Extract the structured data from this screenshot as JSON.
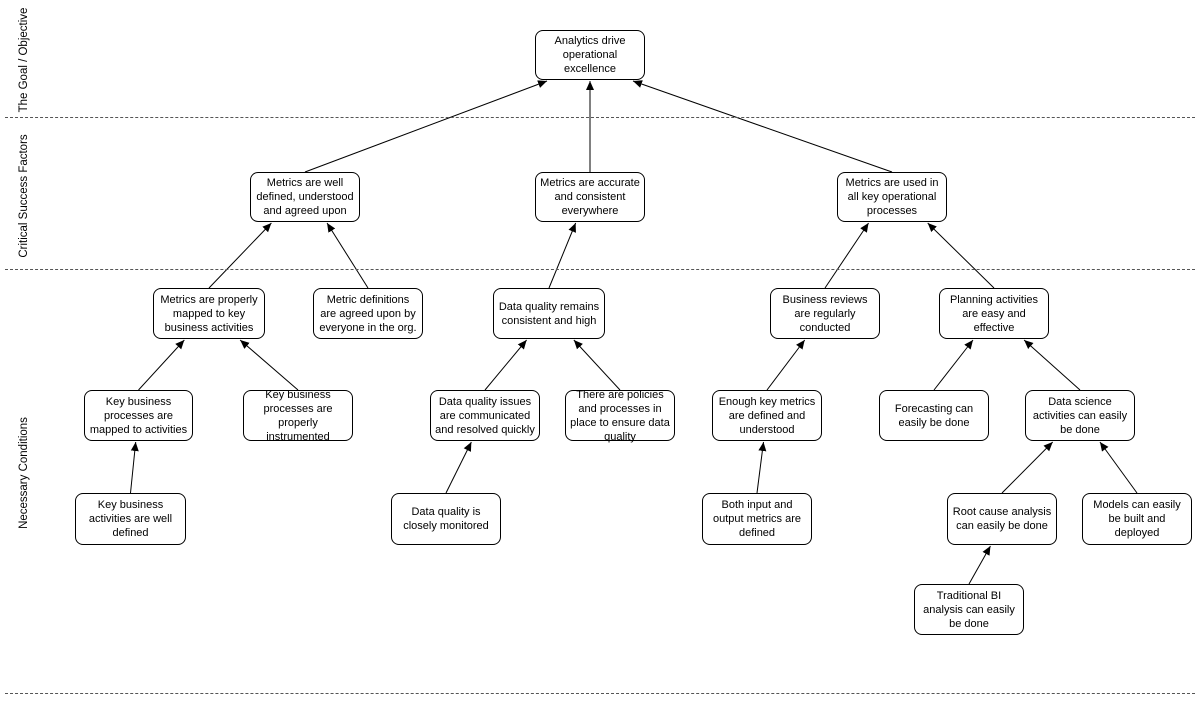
{
  "bands": [
    {
      "id": "goal",
      "label": "The Goal / Objective"
    },
    {
      "id": "csf",
      "label": "Critical Success Factors"
    },
    {
      "id": "nc",
      "label": "Necessary Conditions"
    }
  ],
  "nodes": [
    {
      "id": "n1",
      "text": "Analytics drive operational excellence"
    },
    {
      "id": "n2",
      "text": "Metrics are well defined, understood and agreed upon"
    },
    {
      "id": "n3",
      "text": "Metrics are accurate and consistent everywhere"
    },
    {
      "id": "n4",
      "text": "Metrics are used in all key operational processes"
    },
    {
      "id": "n5",
      "text": "Metrics are properly mapped to key business activities"
    },
    {
      "id": "n6",
      "text": "Metric definitions are agreed upon by everyone in the org."
    },
    {
      "id": "n7",
      "text": "Data quality remains consistent and high"
    },
    {
      "id": "n8",
      "text": "Business reviews are regularly conducted"
    },
    {
      "id": "n9",
      "text": "Planning activities are easy and effective"
    },
    {
      "id": "n10",
      "text": "Key business processes are mapped to activities"
    },
    {
      "id": "n11",
      "text": "Key business processes are properly instrumented"
    },
    {
      "id": "n12",
      "text": "Data quality issues are communicated and resolved quickly"
    },
    {
      "id": "n13",
      "text": "There are policies and processes in place to ensure data quality"
    },
    {
      "id": "n14",
      "text": "Enough key metrics are defined and understood"
    },
    {
      "id": "n15",
      "text": "Forecasting can easily be done"
    },
    {
      "id": "n16",
      "text": "Data science activities can easily be done"
    },
    {
      "id": "n17",
      "text": "Key business activities are well defined"
    },
    {
      "id": "n18",
      "text": "Data quality is closely monitored"
    },
    {
      "id": "n19",
      "text": "Both input and output metrics are defined"
    },
    {
      "id": "n20",
      "text": "Root cause analysis can easily be done"
    },
    {
      "id": "n21",
      "text": "Models can easily be built and deployed"
    },
    {
      "id": "n22",
      "text": "Traditional BI analysis can easily be done"
    }
  ],
  "edges": [
    {
      "from": "n2",
      "to": "n1"
    },
    {
      "from": "n3",
      "to": "n1"
    },
    {
      "from": "n4",
      "to": "n1"
    },
    {
      "from": "n5",
      "to": "n2"
    },
    {
      "from": "n6",
      "to": "n2"
    },
    {
      "from": "n7",
      "to": "n3"
    },
    {
      "from": "n8",
      "to": "n4"
    },
    {
      "from": "n9",
      "to": "n4"
    },
    {
      "from": "n10",
      "to": "n5"
    },
    {
      "from": "n11",
      "to": "n5"
    },
    {
      "from": "n12",
      "to": "n7"
    },
    {
      "from": "n13",
      "to": "n7"
    },
    {
      "from": "n14",
      "to": "n8"
    },
    {
      "from": "n15",
      "to": "n9"
    },
    {
      "from": "n16",
      "to": "n9"
    },
    {
      "from": "n17",
      "to": "n10"
    },
    {
      "from": "n18",
      "to": "n12"
    },
    {
      "from": "n19",
      "to": "n14"
    },
    {
      "from": "n20",
      "to": "n16"
    },
    {
      "from": "n21",
      "to": "n16"
    },
    {
      "from": "n22",
      "to": "n20"
    }
  ]
}
